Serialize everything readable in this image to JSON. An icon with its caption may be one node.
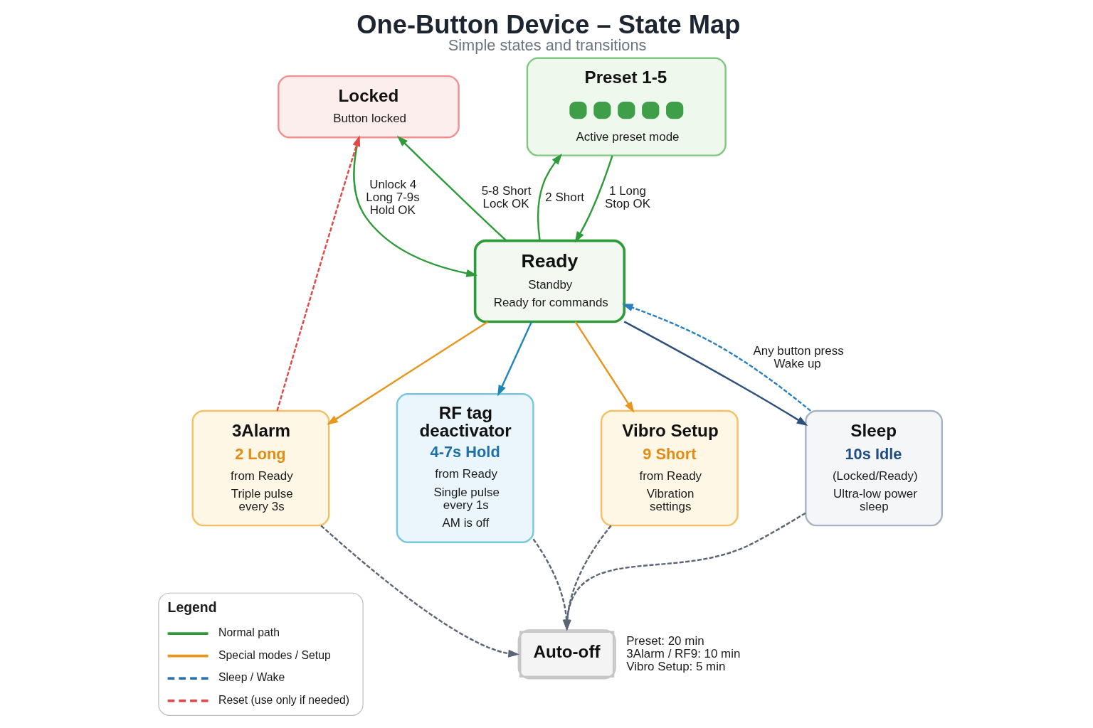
{
  "diagram": {
    "title": "One-Button Device – State Map",
    "caption": "Simple states and transitions",
    "nodes": [
      {
        "text": [
          "Locked",
          "Button locked"
        ]
      },
      {
        "text": [
          "Ready",
          "Standby",
          "Ready for commands"
        ]
      },
      {
        "text": [
          "Preset 1-5",
          "Active preset mode"
        ]
      },
      {
        "text": [
          "3Alarm",
          "2 Long",
          "from Ready",
          "Triple pulse every 3s"
        ]
      },
      {
        "text": [
          "RF tag deactivator",
          "4-7s Hold",
          "from Ready",
          "Single pulse every 1s",
          "AM is off"
        ]
      },
      {
        "text": [
          "Vibro Setup",
          "9 Short",
          "from Ready",
          "Vibration settings"
        ]
      },
      {
        "text": [
          "Sleep",
          "10s Idle",
          "(Locked/Ready)",
          "Ultra-low power sleep"
        ]
      },
      {
        "text": [
          "Auto-off"
        ],
        "beside": [
          "Preset: 20 min",
          "3Alarm / RF9: 10 min",
          "Vibro Setup: 5 min"
        ]
      }
    ],
    "edges": [
      {
        "from": 0,
        "to": 1,
        "arrow": "to",
        "label": "Unlock 4 Long 7-9s Hold OK"
      },
      {
        "from": 1,
        "to": 0,
        "arrow": "to",
        "label": "5-8 Short Lock OK"
      },
      {
        "from": 1,
        "to": 2,
        "arrow": "to",
        "label": "2 Short"
      },
      {
        "from": 2,
        "to": 1,
        "arrow": "to",
        "label": "1 Long Stop OK"
      },
      {
        "from": 1,
        "to": 3,
        "arrow": "to",
        "color": "#e8961e"
      },
      {
        "from": 1,
        "to": 4,
        "arrow": "to",
        "color": "#1f86b8"
      },
      {
        "from": 1,
        "to": 5,
        "arrow": "to",
        "color": "#e8961e"
      },
      {
        "from": 1,
        "to": 6,
        "arrow": "to",
        "color": "#2c4f7c"
      },
      {
        "from": 6,
        "to": 1,
        "arrow": "to",
        "label": "Any button press Wake up",
        "style": "dashed",
        "color": "#2a7fc0"
      },
      {
        "from": 3,
        "to": 0,
        "arrow": "to",
        "style": "dashed",
        "color": "#e04848"
      },
      {
        "from": 3,
        "to": 7,
        "arrow": "to",
        "style": "dashed",
        "color": "#5a6675"
      },
      {
        "from": 4,
        "to": 7,
        "arrow": "to",
        "style": "dashed",
        "color": "#5a6675"
      },
      {
        "from": 5,
        "to": 7,
        "arrow": "to",
        "style": "dashed",
        "color": "#5a6675"
      },
      {
        "from": 6,
        "to": 7,
        "arrow": "to",
        "style": "dashed",
        "color": "#5a6675"
      }
    ],
    "labels": [
      "Legend"
    ],
    "legend": [
      {
        "text": "Normal path"
      },
      {
        "text": "Special modes / Setup"
      },
      {
        "text": "Sleep / Wake"
      },
      {
        "text": "Reset (use only if needed)"
      }
    ]
  }
}
